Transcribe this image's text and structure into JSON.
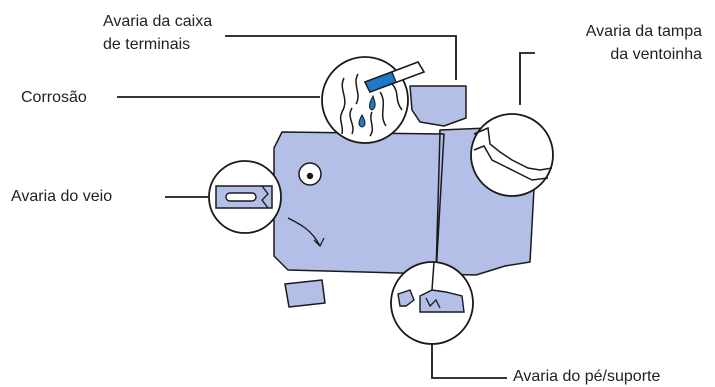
{
  "labels": {
    "terminal_box_line1": "Avaria da caixa",
    "terminal_box_line2": "de terminais",
    "fan_cover_line1": "Avaria da tampa",
    "fan_cover_line2": "da ventoinha",
    "corrosion": "Corrosão",
    "shaft": "Avaria do veio",
    "foot": "Avaria do pé/suporte"
  },
  "colors": {
    "motor_fill": "#b3bfe6",
    "outline": "#1a1a1a",
    "drop": "#1f78c8",
    "callout_fill": "#ffffff"
  }
}
